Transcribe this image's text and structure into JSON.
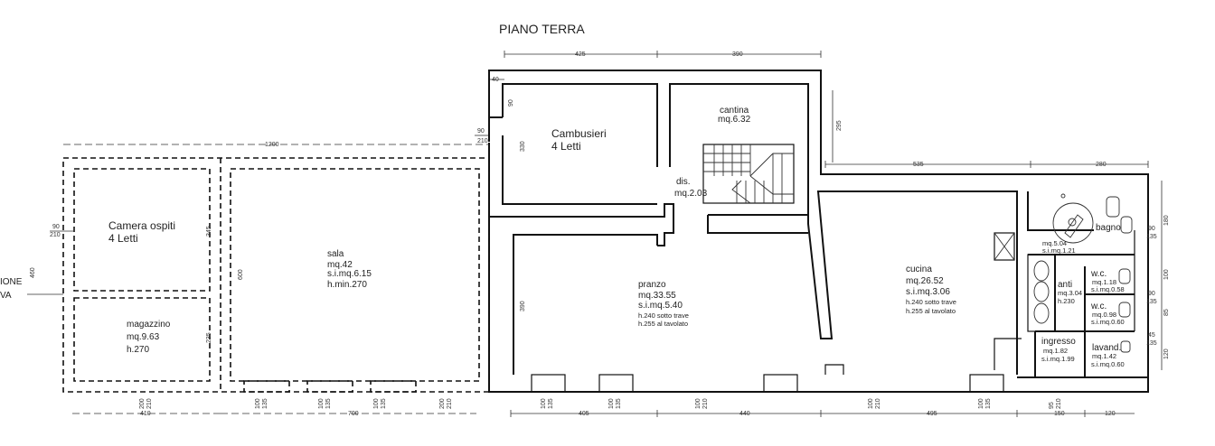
{
  "title": "PIANO TERRA",
  "rooms": {
    "cantina": {
      "name": "cantina",
      "area": "mq.6.32"
    },
    "cambusieri": {
      "name": "Cambusieri",
      "beds": "4 Letti"
    },
    "dis": {
      "name": "dis.",
      "area": "mq.2.03"
    },
    "camera_ospiti": {
      "name": "Camera ospiti",
      "beds": "4 Letti"
    },
    "sala": {
      "name": "sala",
      "area": "mq.42",
      "s_i": "s.i.mq.6.15",
      "h": "h.min.270"
    },
    "magazzino": {
      "name": "magazzino",
      "area": "mq.9.63",
      "h": "h.270"
    },
    "pranzo": {
      "name": "pranzo",
      "area": "mq.33.55",
      "s_i": "s.i.mq.5.40",
      "h1": "h.240 sotto trave",
      "h2": "h.255 al tavolato"
    },
    "cucina": {
      "name": "cucina",
      "area": "mq.26.52",
      "s_i": "s.i.mq.3.06",
      "h1": "h.240 sotto trave",
      "h2": "h.255 al tavolato"
    },
    "bagno": {
      "name": "bagno",
      "area": "mq.5.04",
      "s_i": "s.i.mq.1.21"
    },
    "anti": {
      "name": "anti",
      "area": "mq.3.04",
      "h": "h.230"
    },
    "wc1": {
      "name": "w.c.",
      "area": "mq.1.18",
      "s_i": "s.i.mq.0.58"
    },
    "wc2": {
      "name": "w.c.",
      "area": "mq.0.98",
      "s_i": "s.i.mq.0.60"
    },
    "ingresso": {
      "name": "ingresso",
      "area": "mq.1.82",
      "s_i": "s.i.mq.1.99"
    },
    "lavand": {
      "name": "lavand.",
      "area": "mq.1.42",
      "s_i": "s.i.mq.0.60"
    }
  },
  "left_cut": {
    "line1": "IONE",
    "line2": "VA"
  },
  "dimensions": {
    "top_425": "425",
    "top_390": "390",
    "top_40": "40",
    "v_90_a": "90",
    "dim_1200": "1200",
    "door_90": "90",
    "door_210": "210",
    "h_330": "330",
    "h_295": "295",
    "d_535": "535",
    "d_280": "280",
    "co_90": "90",
    "co_210": "210",
    "h_345": "345",
    "h_600": "600",
    "h_460": "460",
    "h_235": "235",
    "h_390": "390",
    "r_180": "180",
    "r_90a": "90",
    "r_135a": "135",
    "r_100": "100",
    "r_90b": "90",
    "r_135b": "135",
    "r_85": "85",
    "r_45": "45",
    "r_135c": "135",
    "r_120": "120",
    "bw_200a": "200",
    "bw_210a": "210",
    "bw_100a": "100",
    "bw_135a": "135",
    "bw_100b": "100",
    "bw_135b": "135",
    "bw_100c": "100",
    "bw_135c": "135",
    "bw_200b": "200",
    "bw_210b": "210",
    "bw_100d": "100",
    "bw_135d": "135",
    "bw_100e": "100",
    "bw_135e": "135",
    "bw_100f": "100",
    "bw_210c": "210",
    "bw_100g": "100",
    "bw_210d": "210",
    "bw_100h": "100",
    "bw_135h": "135",
    "bw_95": "95",
    "bw_210e": "210",
    "b_410": "410",
    "b_700": "700",
    "b_405": "405",
    "b_440": "440",
    "b_495": "495",
    "b_150": "150",
    "b_120": "120"
  }
}
